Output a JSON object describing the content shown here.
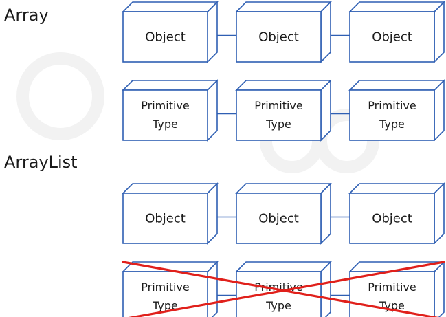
{
  "sections": [
    {
      "title": "Array",
      "rows": [
        {
          "kind": "object",
          "crossed": false,
          "boxes": [
            {
              "lines": [
                "Object"
              ]
            },
            {
              "lines": [
                "Object"
              ]
            },
            {
              "lines": [
                "Object"
              ]
            }
          ]
        },
        {
          "kind": "primitive",
          "crossed": false,
          "boxes": [
            {
              "lines": [
                "Primitive",
                "Type"
              ]
            },
            {
              "lines": [
                "Primitive",
                "Type"
              ]
            },
            {
              "lines": [
                "Primitive",
                "Type"
              ]
            }
          ]
        }
      ]
    },
    {
      "title": "ArrayList",
      "rows": [
        {
          "kind": "object",
          "crossed": false,
          "boxes": [
            {
              "lines": [
                "Object"
              ]
            },
            {
              "lines": [
                "Object"
              ]
            },
            {
              "lines": [
                "Object"
              ]
            }
          ]
        },
        {
          "kind": "primitive",
          "crossed": true,
          "boxes": [
            {
              "lines": [
                "Primitive",
                "Type"
              ]
            },
            {
              "lines": [
                "Primitive",
                "Type"
              ]
            },
            {
              "lines": [
                "Primitive",
                "Type"
              ]
            }
          ]
        }
      ]
    }
  ],
  "colors": {
    "box_stroke": "#2f5fb3",
    "cross": "#e0201b",
    "text": "#1a1a1a"
  }
}
